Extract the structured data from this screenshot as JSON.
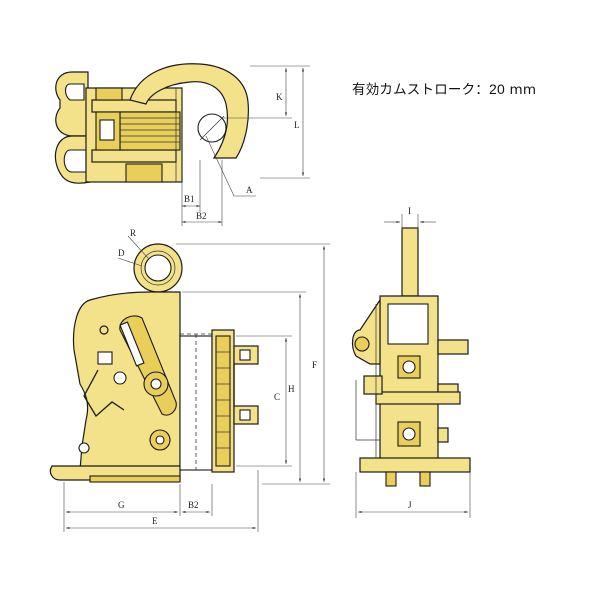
{
  "note": {
    "label": "有効カムストローク：",
    "value": "20",
    "unit": "mm"
  },
  "labels": {
    "K": "K",
    "L": "L",
    "B1": "B1",
    "B2_top": "B2",
    "A": "A",
    "R": "R",
    "D": "D",
    "F": "F",
    "H": "H",
    "C": "C",
    "G": "G",
    "B2_bottom": "B2",
    "E": "E",
    "I": "I",
    "J": "J"
  },
  "colors": {
    "body": "#f3e28a",
    "body_dark": "#e9cf5a",
    "line": "#1a1a1a"
  }
}
